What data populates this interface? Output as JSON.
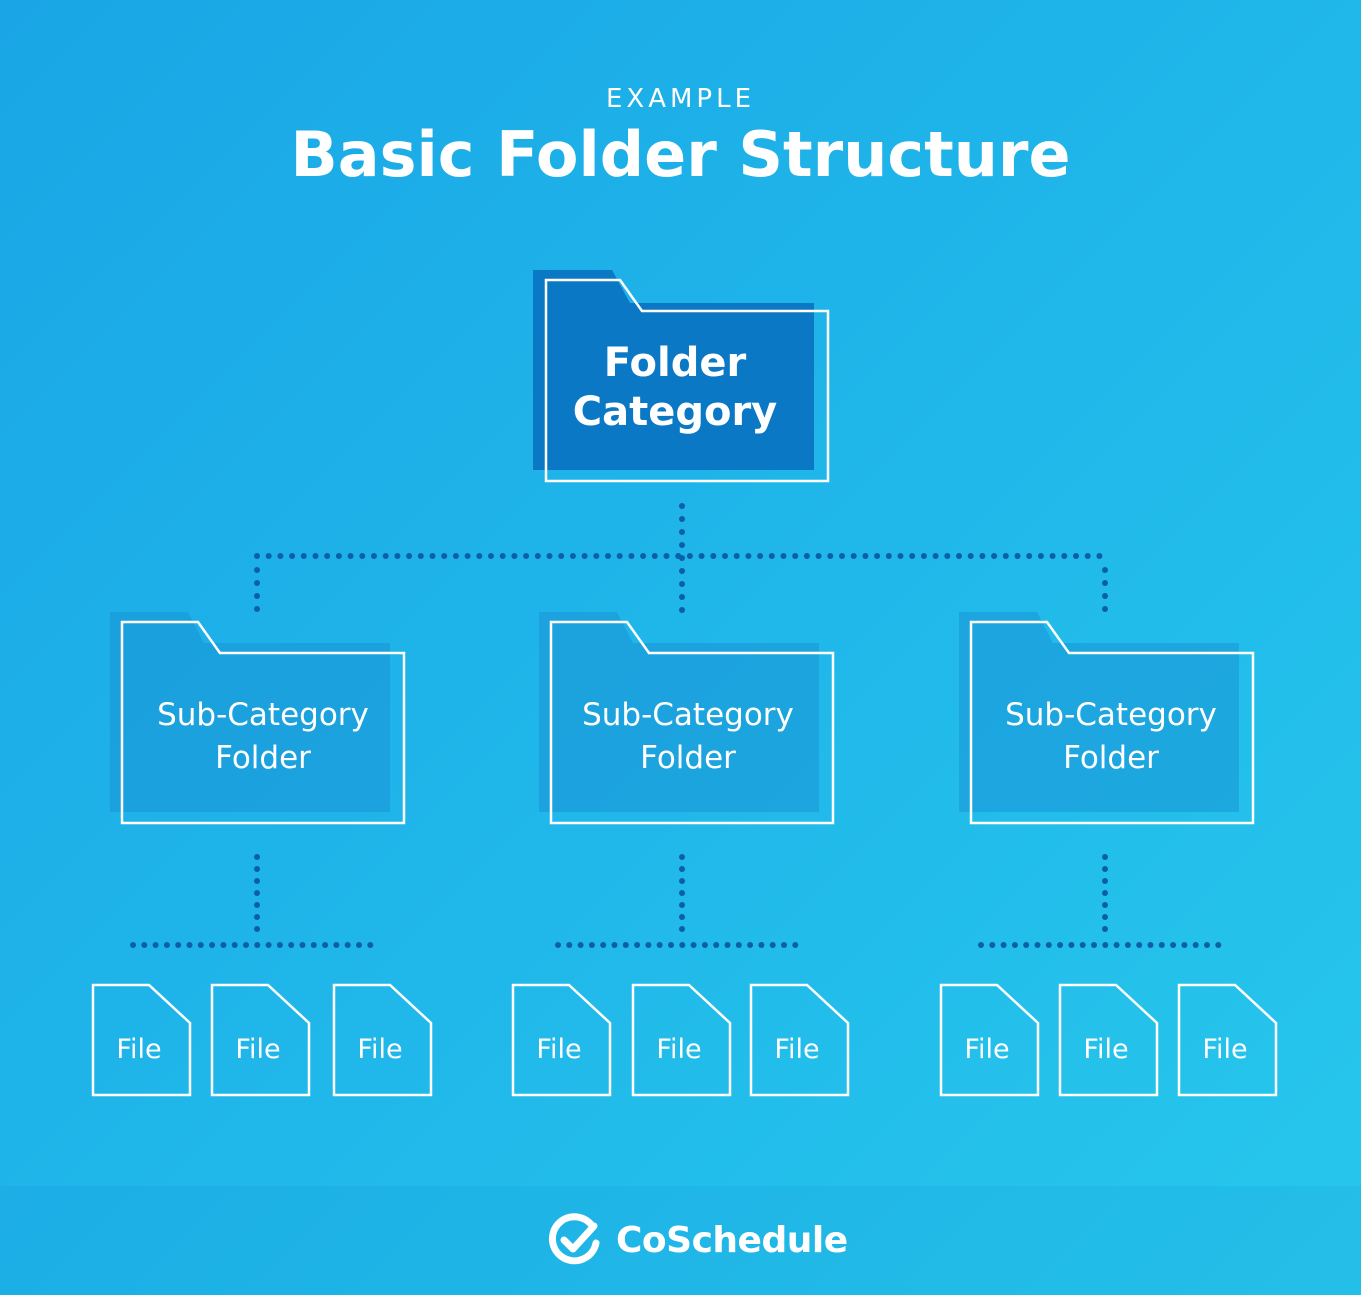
{
  "header": {
    "eyebrow": "EXAMPLE",
    "title": "Basic Folder Structure"
  },
  "root": {
    "line1": "Folder",
    "line2": "Category"
  },
  "subfolders": [
    {
      "line1": "Sub-Category",
      "line2": "Folder",
      "files": [
        "File",
        "File",
        "File"
      ]
    },
    {
      "line1": "Sub-Category",
      "line2": "Folder",
      "files": [
        "File",
        "File",
        "File"
      ]
    },
    {
      "line1": "Sub-Category",
      "line2": "Folder",
      "files": [
        "File",
        "File",
        "File"
      ]
    }
  ],
  "footer": {
    "brand": "CoSchedule",
    "brand_icon": "coschedule-check-logo-icon"
  },
  "colors": {
    "background": "#1fb4e9",
    "root_fill": "#0a78c4",
    "sub_fill": "#1993d6",
    "connector": "#0b5fa8",
    "outline": "#ffffff"
  }
}
